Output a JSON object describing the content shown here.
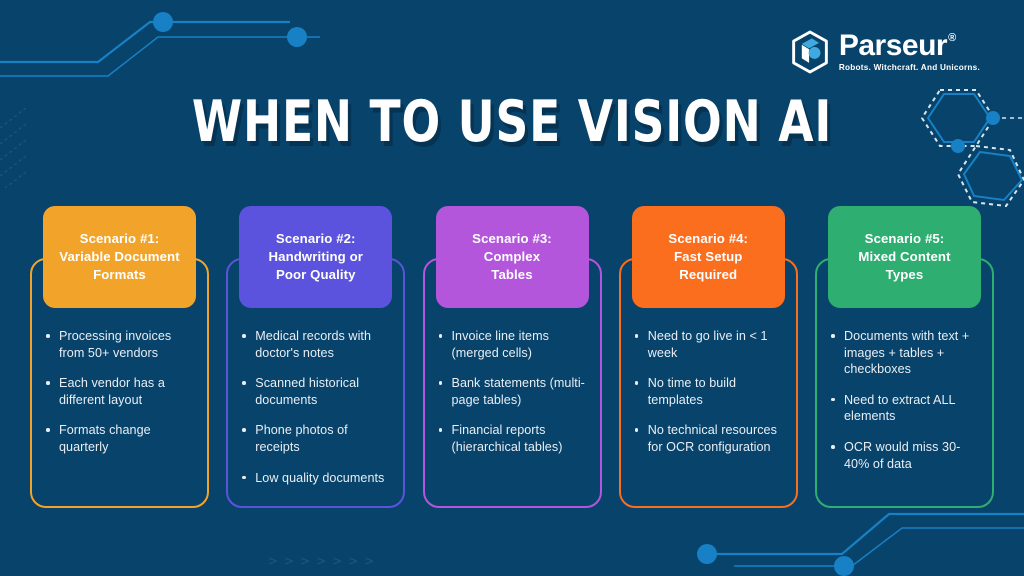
{
  "brand": {
    "name": "Parseur",
    "registered": "®",
    "tagline": "Robots. Witchcraft. And Unicorns.",
    "logo_icon": "hexagon-cube-icon"
  },
  "title": "WHEN TO USE VISION AI",
  "colors": {
    "background": "#07436a",
    "scenario1": "#f2a42a",
    "scenario2": "#5b53de",
    "scenario3": "#b456dc",
    "scenario4": "#fa6e1e",
    "scenario5": "#2fae72",
    "accent_line": "#1880c4",
    "text": "#e9eef4"
  },
  "cards": [
    {
      "id": "scenario-1",
      "header_lines": [
        "Scenario #1:",
        "Variable Document",
        "Formats"
      ],
      "color": "#f2a42a",
      "bullets": [
        "Processing invoices from 50+ vendors",
        "Each vendor has a different layout",
        "Formats change quarterly"
      ]
    },
    {
      "id": "scenario-2",
      "header_lines": [
        "Scenario #2:",
        "Handwriting or",
        "Poor Quality"
      ],
      "color": "#5b53de",
      "bullets": [
        "Medical records with doctor's notes",
        "Scanned historical documents",
        "Phone photos of receipts",
        "Low quality documents"
      ]
    },
    {
      "id": "scenario-3",
      "header_lines": [
        "Scenario #3:",
        "Complex",
        "Tables"
      ],
      "color": "#b456dc",
      "bullets": [
        "Invoice line items (merged cells)",
        "Bank statements (multi-page tables)",
        "Financial reports (hierarchical tables)"
      ]
    },
    {
      "id": "scenario-4",
      "header_lines": [
        "Scenario #4:",
        "Fast Setup",
        "Required"
      ],
      "color": "#fa6e1e",
      "bullets": [
        "Need to go live in < 1 week",
        "No time to build templates",
        "No technical resources for OCR configuration"
      ]
    },
    {
      "id": "scenario-5",
      "header_lines": [
        "Scenario #5:",
        "Mixed Content",
        "Types"
      ],
      "color": "#2fae72",
      "bullets": [
        "Documents with text + images + tables + checkboxes",
        "Need to extract ALL elements",
        "OCR would miss 30-40% of data"
      ]
    }
  ],
  "decor": {
    "chevrons": [
      ">",
      ">",
      ">",
      ">",
      ">",
      ">",
      ">"
    ],
    "top_left": "circuit-line-graphic",
    "bottom_right": "circuit-line-graphic",
    "hexagons": "hexagon-network-graphic",
    "left_edge": "dashed-diagonal-lines"
  }
}
